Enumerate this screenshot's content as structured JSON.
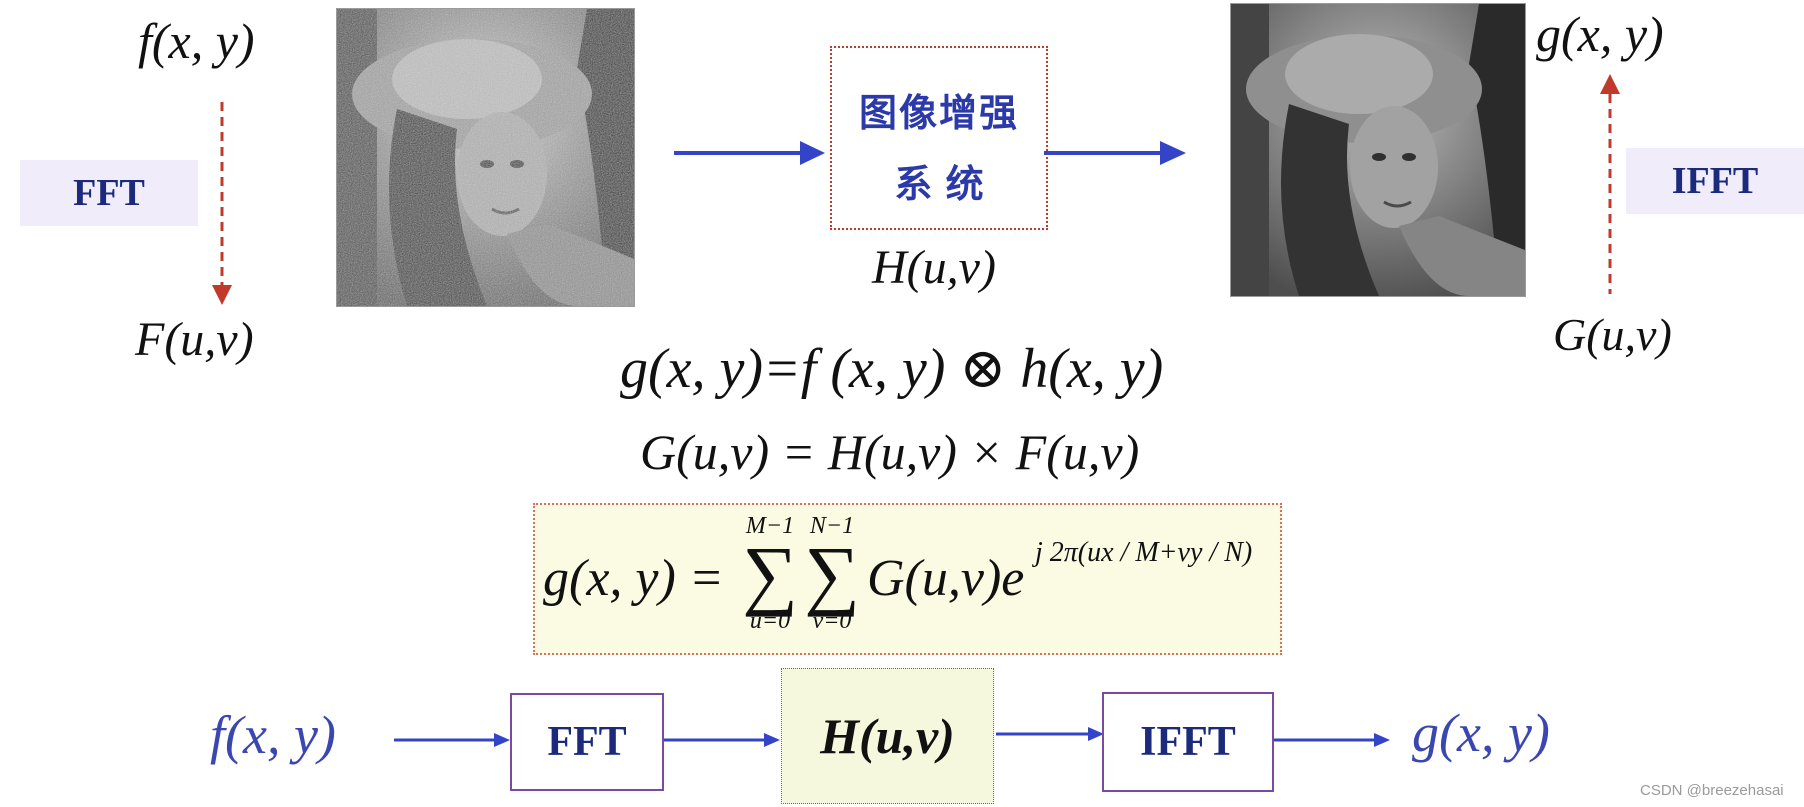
{
  "top": {
    "input_signal": "f(x, y)",
    "input_spectrum": "F(u,v)",
    "fft_label": "FFT",
    "output_signal": "g(x, y)",
    "output_spectrum": "G(u,v)",
    "ifft_label": "IFFT",
    "enhancement_box": {
      "line1": "图像增强",
      "line2": "系  统"
    },
    "transfer_function": "H(u,v)"
  },
  "equations": {
    "convolution": "g(x, y)=f (x, y) ⊗ h(x, y)",
    "product": "G(u,v) = H(u,v) × F(u,v)",
    "inverse_lhs": "g(x, y) =",
    "sum1_upper": "M−1",
    "sum1_lower": "u=0",
    "sum2_upper": "N−1",
    "sum2_lower": "v=0",
    "inverse_body": "G(u,v)e",
    "inverse_exponent": "j 2π(ux / M+vy / N)"
  },
  "flow": {
    "input": "f(x, y)",
    "fft": "FFT",
    "filter": "H(u,v)",
    "ifft": "IFFT",
    "output": "g(x, y)"
  },
  "watermark": "CSDN @breezehasai",
  "colors": {
    "arrow_blue": "#3344c8",
    "arrow_red_dashed": "#c0392b",
    "label_navy": "#1b2a7a",
    "box_purple": "#7b4a9e",
    "formula_bg": "#fbfbe3"
  },
  "images": {
    "left": "noisy-portrait",
    "right": "enhanced-portrait"
  }
}
